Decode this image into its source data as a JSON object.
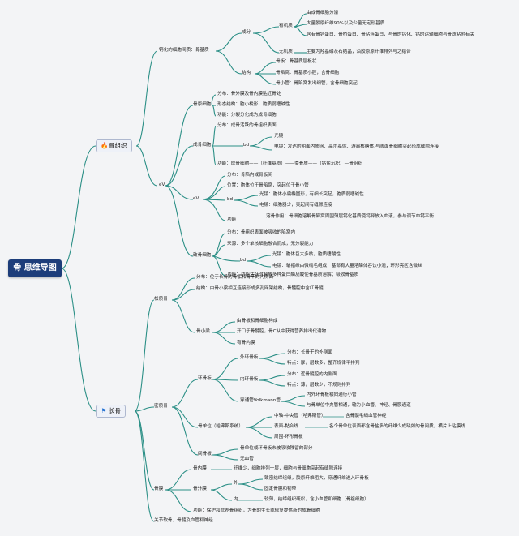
{
  "root": "骨 思维导图",
  "branches": [
    {
      "label": "骨组织",
      "icon": "flame-icon",
      "accent": "#e2401c"
    },
    {
      "label": "长骨",
      "icon": "flag-icon",
      "accent": "#1f6fd1"
    }
  ],
  "colors": {
    "link": "#2b8f86",
    "root_bg": "#1d3d7a",
    "background": "#f3f4f6"
  },
  "nodes": {
    "gzj_calc": "钙化的细胞间质：骨基质",
    "jcf": "成分",
    "yjz": "有机质",
    "yjz_1": "由成骨细胞分泌",
    "yjz_2": "大量胶原纤维90%以及少量无定形基质",
    "yjz_3": "含有骨钙蛋白、骨桥蛋白、骨粘连蛋白，与骨的钙化、钙的运输细胞与骨质粘附有关",
    "wjz": "无机质",
    "wjz_1": "主要为羟基磷灰石结晶，沿胶原原纤维排列与之结合",
    "jg": "结构",
    "jg_1": "骨板：骨基质层板状",
    "jg_2": "骨陷窝：骨基质小腔，含骨细胞",
    "jg_3": "骨小管：骨陷窝发出细管，含骨细胞突起",
    "cell": "eV",
    "gtx": "骨原细胞",
    "gtx_1": "分布：骨外膜及骨内膜贴近骨处",
    "gtx_2": "形态结构：胞小梭形，胞质弱嗜碱性",
    "gtx_3": "功能：分裂分化成为成骨细胞",
    "cgx": "成骨细胞",
    "cgx_1": "分布：成骨活跃的骨组织表面",
    "cgx_bd": "bd",
    "cgx_bd_1": "光镜",
    "cgx_bd_2": "电镜：发达的粗面内质网、高尔基体、游离核糖体,与表面骨细胞突起形成缝隙连接",
    "cgx_fn": "功能：成骨细胞——（纤维基质）——类骨质——（钙盐沉积）—骨组织",
    "gx": "eV",
    "gx_1": "分布：骨陷内或骨板间",
    "gx_2": "位置：胞体位于骨陷窝，突起位于骨小管",
    "gx_bd": "bd",
    "gx_bd_1": "光镜：胞体小扁椭圆形，有细长突起，胞质弱嗜碱性",
    "gx_bd_2": "电镜：细胞器少，突起间有缝隙连接",
    "gx_fn": "功能",
    "gx_fn_1": "溶骨作用：骨细胞溶解骨陷窝周围薄层钙化基质使钙释放入血液，参与调节血钙平衡",
    "pgx": "破骨细胞",
    "pgx_1": "分布：骨组织表面被吸收的陷窝内",
    "pgx_2": "来源：多个单核细胞融合而成，无分裂能力",
    "pgx_bd": "bd",
    "pgx_bd_1": "光镜：胞体巨大多核，胞质嗜酸性",
    "pgx_bd_2": "电镜：皱褶缘由微绒毛组成，基部有大量溶酶体吞饮小泡；环形亮区含微丝",
    "pgx_fn": "功能：功能活跃时释放多种蛋白酶及酸使骨基质溶解；吸收骨基质",
    "smg": "松质骨",
    "smg_1": "分布：位于长骨的骨骺和骨干的内侧面",
    "smg_2": "结构：由骨小梁相互连接形成多孔网架结构，骨髓腔中含红骨髓",
    "gxl": "骨小梁",
    "gxl_1": "由骨板和骨细胞构成",
    "gxl_2": "开口于骨髓腔，骨C从中获得营养排出代谢物",
    "gxl_3": "有骨内膜",
    "mzg": "密质骨",
    "hgb": "环骨板",
    "whgb": "外环骨板",
    "whgb_1": "分布：长骨干的外侧面",
    "whgb_2": "特点：厚，层数多，整齐规律平排列",
    "nhgb": "内环骨板",
    "nhgb_1": "分布：近骨髓腔的内侧面",
    "nhgb_2": "特点：薄，层数少，不规则排列",
    "ctg": "穿通管Volkmann管",
    "ctg_1": "内外环骨板横向通行小管",
    "ctg_2": "与骨单位中央管相通，输为小血管、神经、骨膜通道",
    "gdw": "骨单位（哈弗斯系统）",
    "gdw_1": "中轴-中央管（哈弗斯管）",
    "gdw_1a": "含骨髓毛细血管神经",
    "gdw_2": "表面-黏合线",
    "gdw_2a": "各个骨单位表面都含骨盐多的纤维少成缺如的骨间质，横片上粘膜线",
    "gdw_3": "周围-环形骨板",
    "jgb": "间骨板",
    "jgb_1": "骨单位或环骨板未被吸收残留的部分",
    "jgb_2": "无血管",
    "gm": "骨膜",
    "ngm": "骨内膜",
    "ngm_1": "纤维少，细胞排列一层，细胞与骨细胞突起有缝隙连接",
    "wgm": "骨外膜",
    "wgm_w": "外",
    "wgm_w1": "致密结缔组织，胶原纤维粗大，穿通纤维进入环骨板",
    "wgm_w2": "固定骨膜和韧带",
    "wgm_n": "内",
    "wgm_n1": "较薄，结缔组织疏松，含小血管和细胞（骨祖细胞）",
    "gm_fn": "功能：保护和营养骨组织，为骨的生长或修复提供新的成骨细胞",
    "gjrg": "关节软骨、骨髓及血管和神经"
  }
}
